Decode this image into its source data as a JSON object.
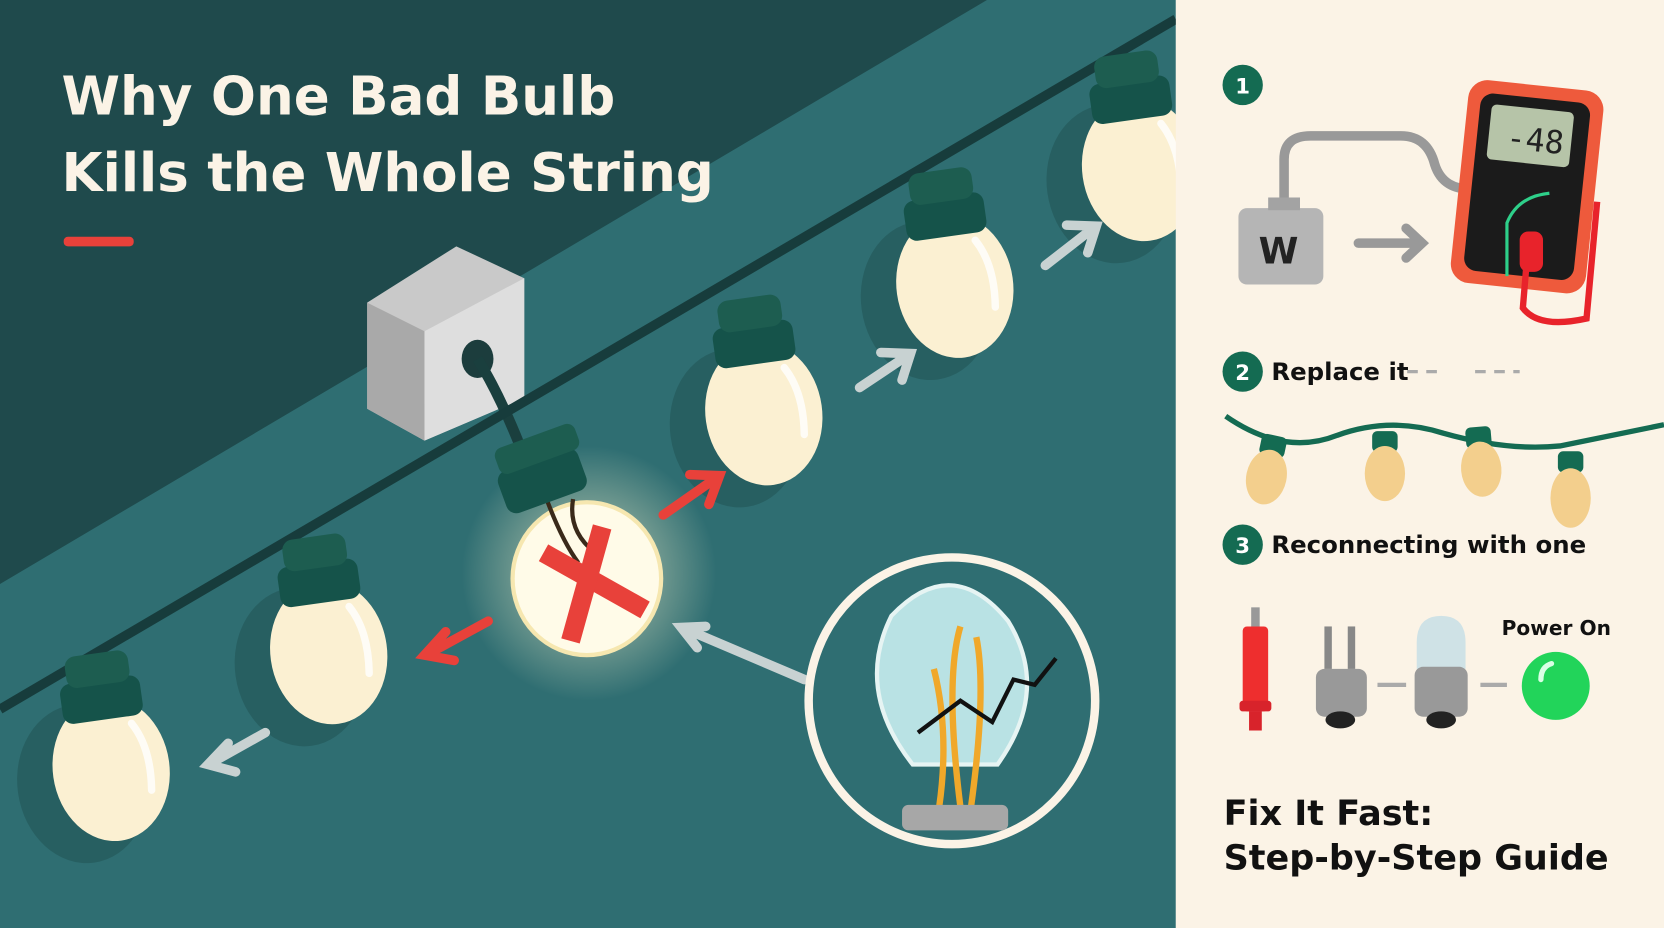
{
  "title": {
    "line1": "Why One Bad Bulb",
    "line2": "Kills the Whole String"
  },
  "steps": {
    "step1": {
      "number": "1"
    },
    "step2": {
      "number": "2",
      "label": "Replace it"
    },
    "step3": {
      "number": "3",
      "label": "Reconnecting with one"
    }
  },
  "multimeter": {
    "reading": "-48"
  },
  "plug": {
    "letter": "W"
  },
  "power": {
    "label": "Power On"
  },
  "guide": {
    "line1": "Fix It Fast:",
    "line2": "Step-by-Step Guide"
  },
  "colors": {
    "accent_red": "#e8413a",
    "dark_teal": "#1f4a4c",
    "teal": "#2f6e72",
    "cream": "#fbf3e6",
    "step_green": "#146b52",
    "power_green": "#22d45a"
  }
}
